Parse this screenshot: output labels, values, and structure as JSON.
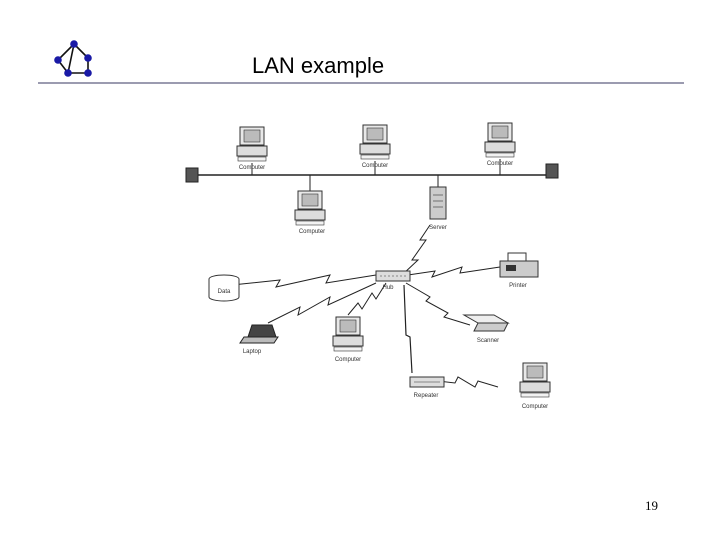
{
  "slide": {
    "title": "LAN example",
    "page_number": "19"
  },
  "logo": {
    "icon": "network-graph-icon",
    "node_color": "#1a1aa6",
    "edge_color": "#111111"
  },
  "diagram": {
    "labels": {
      "computer_top_left": "Computer",
      "computer_top_mid": "Computer",
      "computer_top_right": "Computer",
      "computer_bus": "Computer",
      "server": "Server",
      "hub": "Hub",
      "data": "Data",
      "printer": "Printer",
      "laptop": "Laptop",
      "computer_center": "Computer",
      "scanner": "Scanner",
      "repeater": "Repeater",
      "computer_bottom_right": "Computer"
    }
  }
}
